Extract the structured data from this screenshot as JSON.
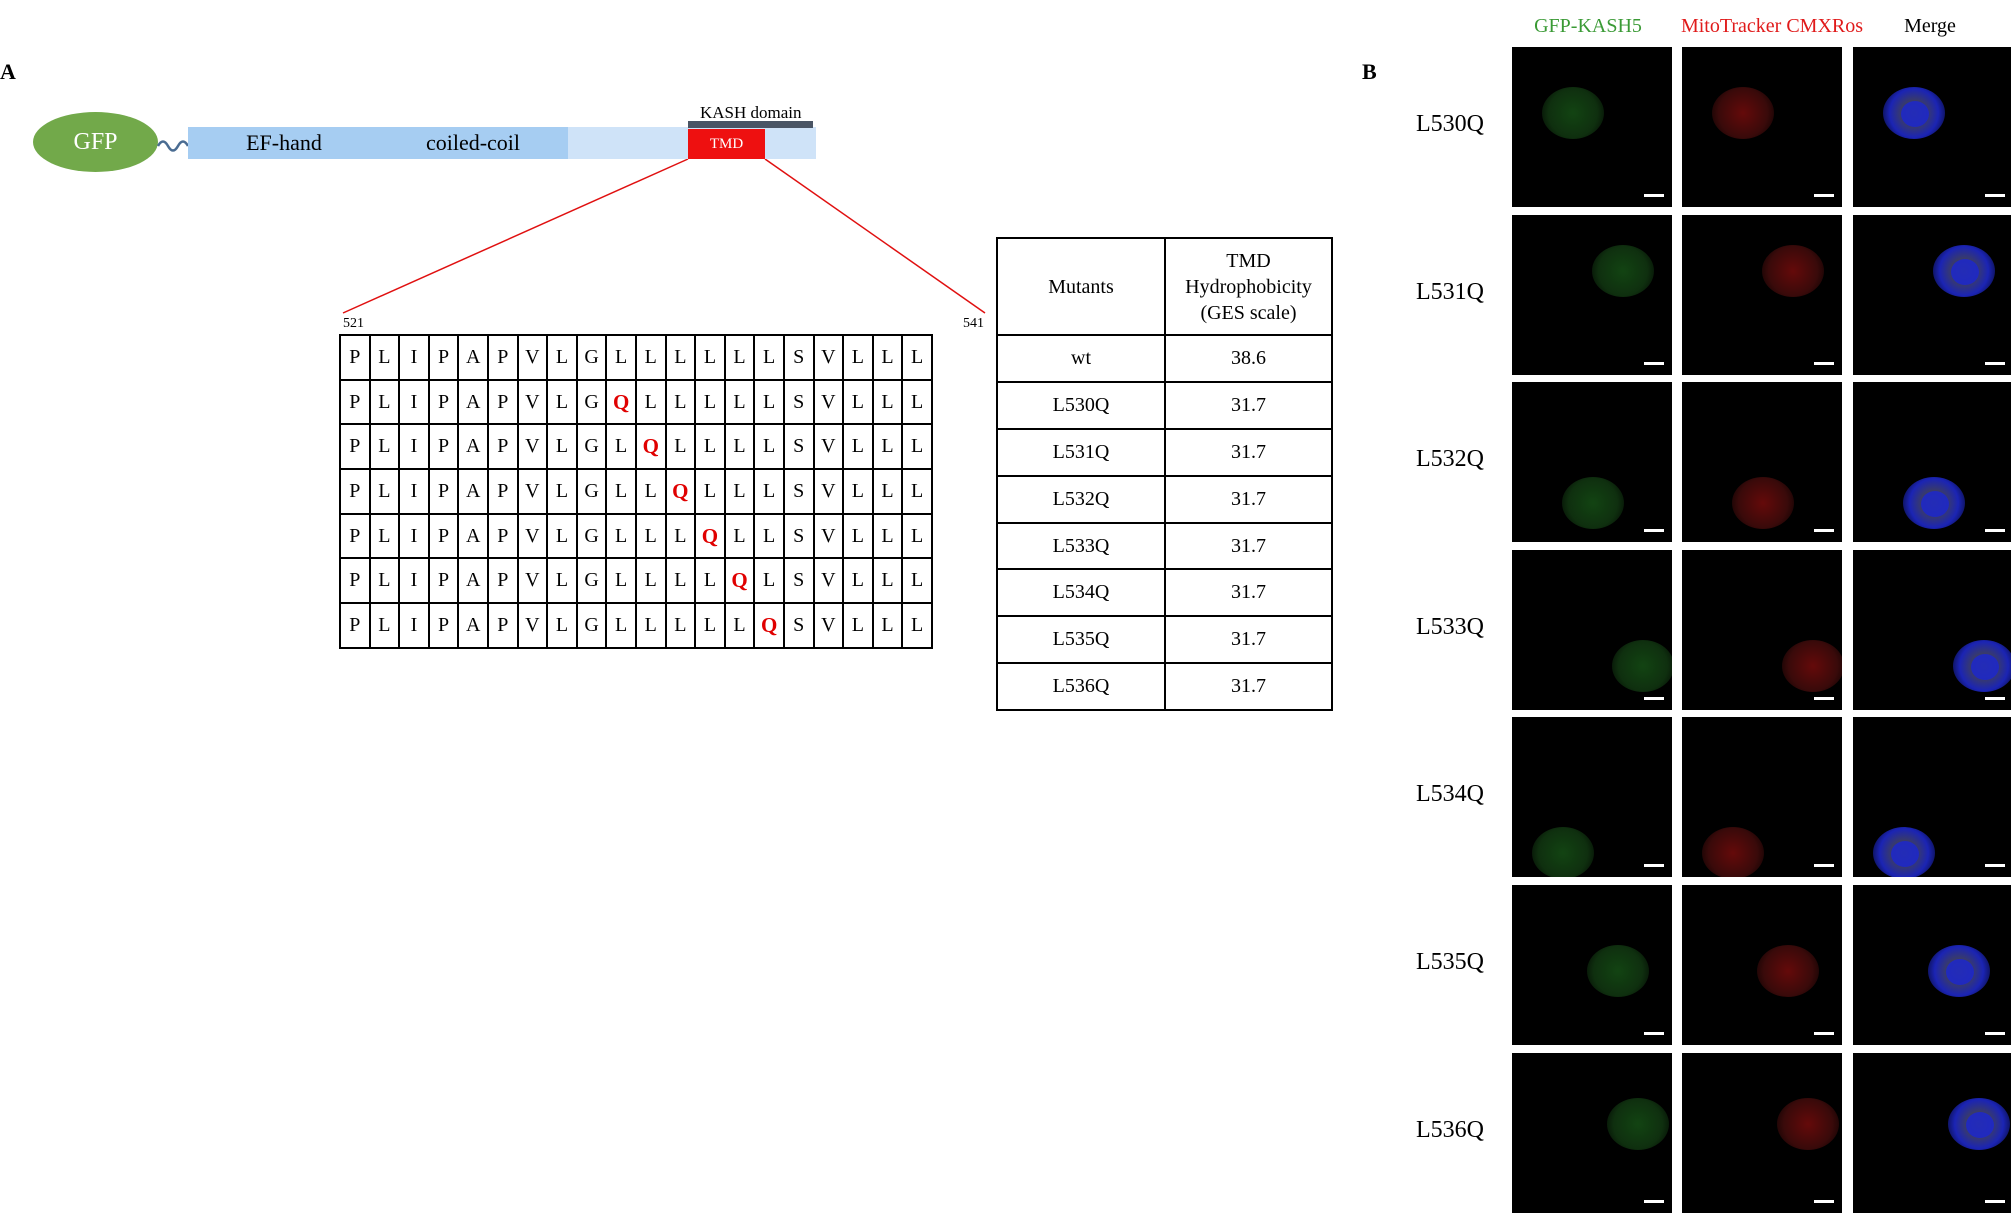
{
  "panel_a": {
    "label": "A",
    "gfp_label": "GFP",
    "domains": {
      "ef_hand": "EF-hand",
      "coiled_coil": "coiled-coil",
      "kash": "KASH domain",
      "tmd": "TMD"
    },
    "range_start": "521",
    "range_end": "541",
    "sequence": [
      "P",
      "L",
      "I",
      "P",
      "A",
      "P",
      "V",
      "L",
      "G",
      "L",
      "L",
      "L",
      "L",
      "L",
      "L",
      "S",
      "V",
      "L",
      "L",
      "L"
    ],
    "mutation_residue": "Q",
    "mutation_positions": [
      null,
      9,
      10,
      11,
      12,
      13,
      14
    ],
    "table_header": {
      "mutants": "Mutants",
      "tmd": "TMD",
      "hydro": "Hydrophobicity",
      "scale": "(GES scale)"
    },
    "rows": [
      {
        "mutant": "wt",
        "value": "38.6"
      },
      {
        "mutant": "L530Q",
        "value": "31.7"
      },
      {
        "mutant": "L531Q",
        "value": "31.7"
      },
      {
        "mutant": "L532Q",
        "value": "31.7"
      },
      {
        "mutant": "L533Q",
        "value": "31.7"
      },
      {
        "mutant": "L534Q",
        "value": "31.7"
      },
      {
        "mutant": "L535Q",
        "value": "31.7"
      },
      {
        "mutant": "L536Q",
        "value": "31.7"
      }
    ],
    "colors": {
      "gfp": "#72a94a",
      "bar": "#cfe3f8",
      "domain": "#a6cdf2",
      "tmd": "#ee1010",
      "kash": "#4a5565",
      "mutation": "#e00000"
    }
  },
  "panel_b": {
    "label": "B",
    "columns": [
      "GFP-KASH5",
      "MitoTracker CMXRos",
      "Merge"
    ],
    "rows": [
      "L530Q",
      "L531Q",
      "L532Q",
      "L533Q",
      "L534Q",
      "L535Q",
      "L536Q"
    ],
    "colors": {
      "gfp": "#3a9a35",
      "mito": "#e01a1a"
    }
  }
}
